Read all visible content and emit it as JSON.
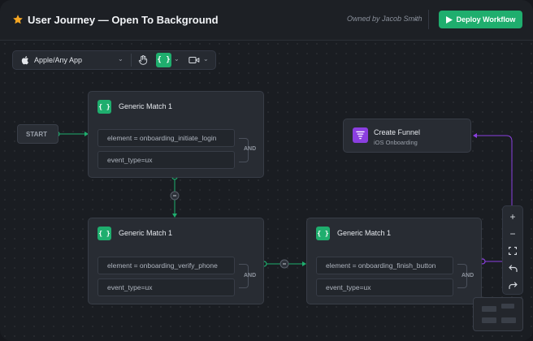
{
  "header": {
    "title": "User Journey — Open To Background",
    "owner": "Owned by Jacob Smith",
    "deploy_label": "Deploy Workflow"
  },
  "toolbar": {
    "platform": "Apple/Any App",
    "braces_glyph": "{ }"
  },
  "start_label": "START",
  "nodes": [
    {
      "title": "Generic Match 1",
      "conditions": [
        "element = onboarding_initiate_login",
        "event_type=ux"
      ],
      "operator": "AND"
    },
    {
      "title": "Generic Match 1",
      "conditions": [
        "element = onboarding_verify_phone",
        "event_type=ux"
      ],
      "operator": "AND"
    },
    {
      "title": "Generic Match 1",
      "conditions": [
        "element = onboarding_finish_button",
        "event_type=ux"
      ],
      "operator": "AND"
    }
  ],
  "funnel": {
    "title": "Create Funnel",
    "subtitle": "iOS Onboarding"
  },
  "zoom_controls": {
    "zoom_in": "+",
    "zoom_out": "−"
  },
  "colors": {
    "accent_green": "#1fae6e",
    "funnel_purple": "#8b3fe0",
    "star": "#f5a623"
  }
}
